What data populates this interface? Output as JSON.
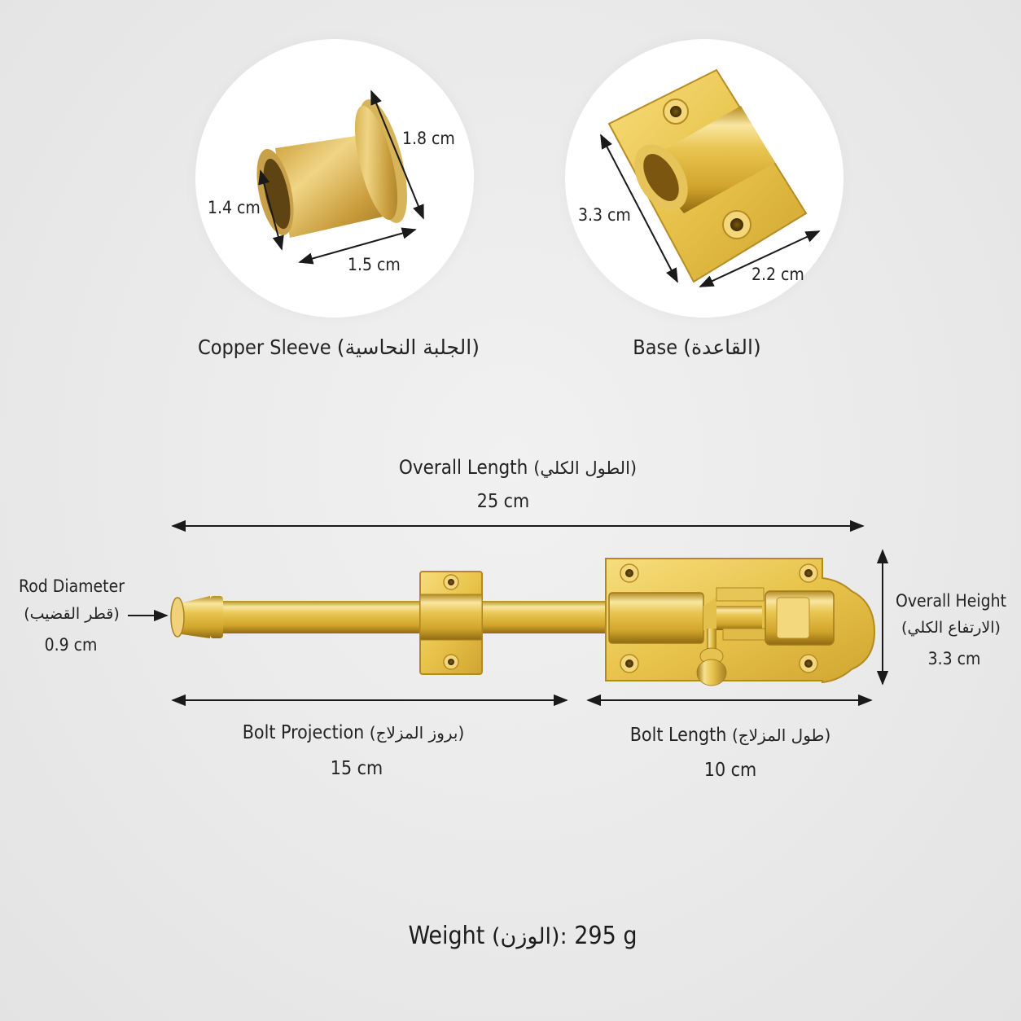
{
  "sleeve": {
    "name": "Copper Sleeve",
    "name_ar": "(الجلبة النحاسية)",
    "dim_height": "1.8 cm",
    "dim_outer": "1.4 cm",
    "dim_length": "1.5 cm"
  },
  "base": {
    "name": "Base",
    "name_ar": "(القاعدة)",
    "dim_length": "3.3 cm",
    "dim_width": "2.2 cm"
  },
  "overall_length": {
    "label": "Overall Length",
    "label_ar": "(الطول الكلي)",
    "value": "25 cm"
  },
  "rod_diameter": {
    "label": "Rod Diameter",
    "label_ar": "(قطر القضيب)",
    "value": "0.9 cm"
  },
  "overall_height": {
    "label": "Overall Height",
    "label_ar": "(الارتفاع الكلي)",
    "value": "3.3 cm"
  },
  "bolt_projection": {
    "label": "Bolt Projection",
    "label_ar": "(بروز المزلاج)",
    "value": "15 cm"
  },
  "bolt_length": {
    "label": "Bolt Length",
    "label_ar": "(طول المزلاج)",
    "value": "10 cm"
  },
  "weight": {
    "label": "Weight",
    "label_ar": "(الوزن):",
    "value": "295 g"
  },
  "colors": {
    "brass_light": "#f7e08a",
    "brass": "#e2bd3e",
    "brass_dark": "#a7801d",
    "arrow": "#1a1a1a"
  }
}
